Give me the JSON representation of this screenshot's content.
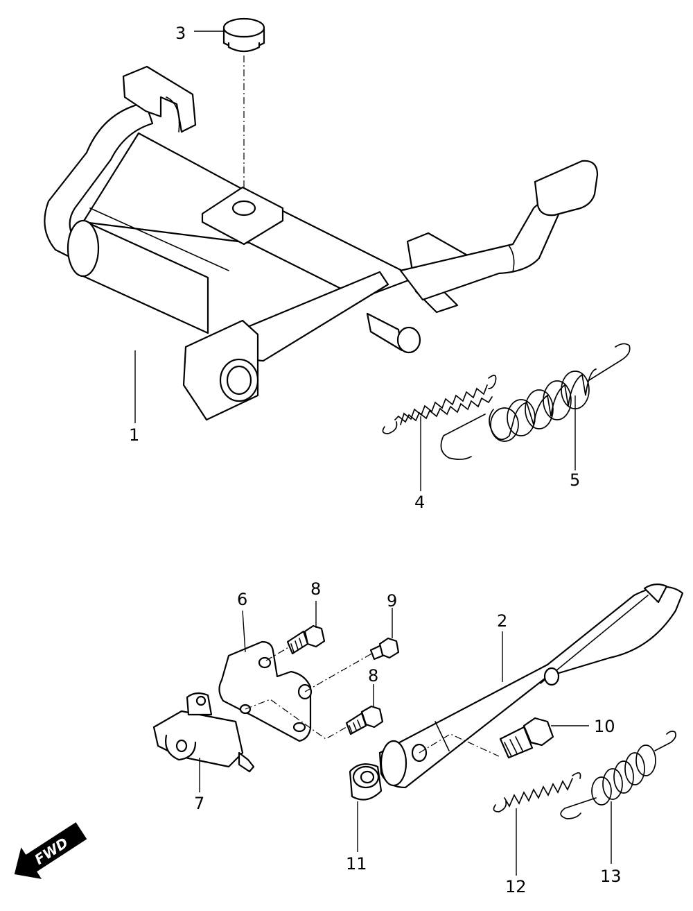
{
  "callouts": {
    "p1": "1",
    "p2": "2",
    "p3": "3",
    "p4": "4",
    "p5": "5",
    "p6": "6",
    "p7": "7",
    "p8a": "8",
    "p8b": "8",
    "p9": "9",
    "p10": "10",
    "p11": "11",
    "p12": "12",
    "p13": "13"
  },
  "direction_arrow": "FWD",
  "colors": {
    "line": "#000000",
    "background": "#ffffff"
  }
}
